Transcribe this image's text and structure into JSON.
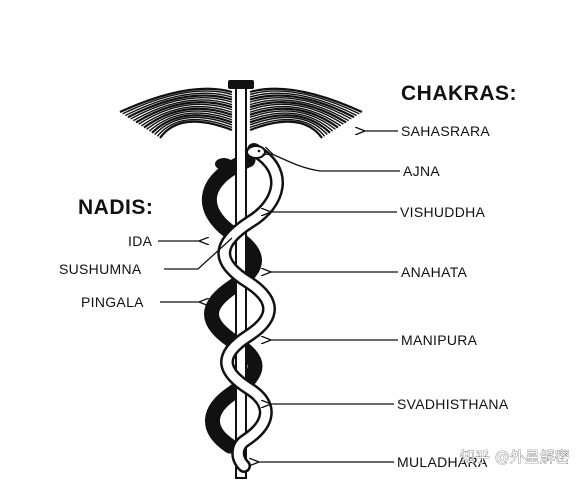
{
  "chakras": {
    "heading": "CHAKRAS:",
    "items": [
      {
        "label": "SAHASRARA"
      },
      {
        "label": "AJNA"
      },
      {
        "label": "VISHUDDHA"
      },
      {
        "label": "ANAHATA"
      },
      {
        "label": "MANIPURA"
      },
      {
        "label": "SVADHISTHANA"
      },
      {
        "label": "MULADHARA"
      }
    ]
  },
  "nadis": {
    "heading": "NADIS:",
    "items": [
      {
        "label": "IDA"
      },
      {
        "label": "SUSHUMNA"
      },
      {
        "label": "PINGALA"
      }
    ]
  },
  "watermark": {
    "text": "知乎 @外星解密"
  },
  "colors": {
    "ink": "#111111",
    "background": "#ffffff"
  }
}
